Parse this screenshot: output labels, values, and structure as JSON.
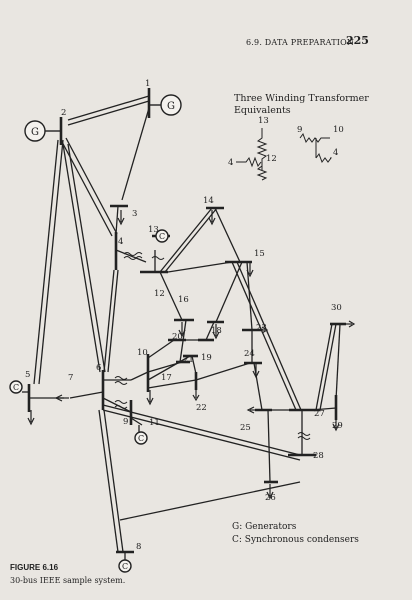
{
  "header": {
    "section": "6.9. DATA PREPARATION",
    "page_number": "225"
  },
  "equivalents": {
    "title_line1": "Three Winding Transformer",
    "title_line2": "Equivalents"
  },
  "legend": {
    "generators": "G: Generators",
    "condensers": "C: Synchronous condensers"
  },
  "caption": {
    "figure": "FIGURE 6.16",
    "text": "30-bus IEEE sample system."
  },
  "symbols": {
    "generator": "G",
    "condenser": "C"
  },
  "buses": [
    "1",
    "2",
    "3",
    "4",
    "5",
    "6",
    "7",
    "8",
    "9",
    "10",
    "11",
    "12",
    "13",
    "14",
    "15",
    "16",
    "17",
    "18",
    "19",
    "20",
    "21",
    "22",
    "23",
    "24",
    "25",
    "26",
    "27",
    "28",
    "29",
    "30"
  ],
  "equivalent_labels": [
    "13",
    "12",
    "4",
    "9",
    "10",
    "4"
  ]
}
